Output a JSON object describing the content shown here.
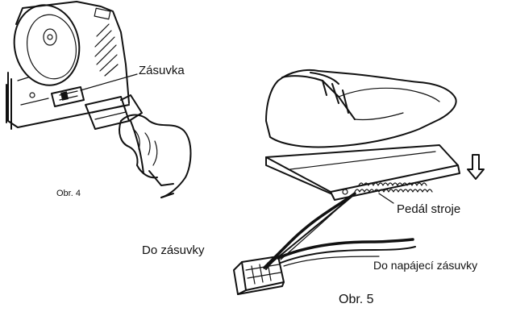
{
  "labels": {
    "socket": "Zásuvka",
    "figure4": "Obr. 4",
    "pedal": "Pedál stroje",
    "to_socket": "Do zásuvky",
    "to_power_socket": "Do napájecí zásuvky",
    "figure5": "Obr. 5"
  },
  "illustrations": [
    "machine-socket-with-plug-illustration",
    "foot-pedal-with-cable-illustration"
  ]
}
